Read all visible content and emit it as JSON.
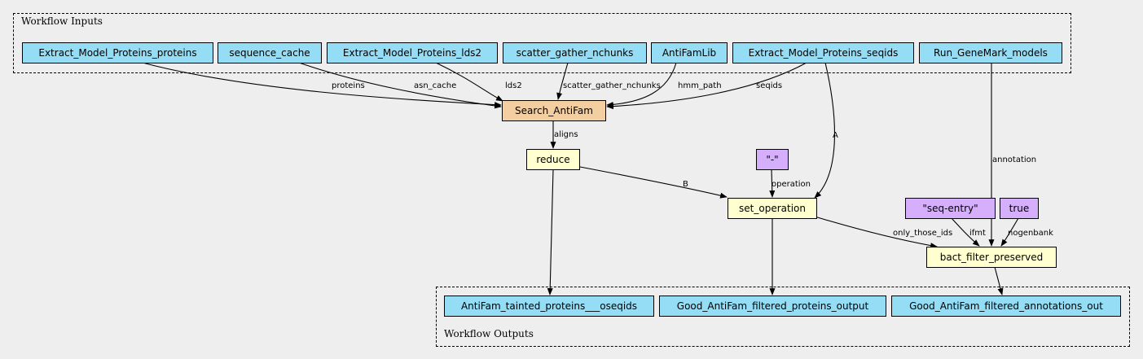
{
  "clusters": {
    "inputs_label": "Workflow Inputs",
    "outputs_label": "Workflow Outputs"
  },
  "inputs": [
    "Extract_Model_Proteins_proteins",
    "sequence_cache",
    "Extract_Model_Proteins_lds2",
    "scatter_gather_nchunks",
    "AntiFamLib",
    "Extract_Model_Proteins_seqids",
    "Run_GeneMark_models"
  ],
  "steps": {
    "search_antifam": "Search_AntiFam",
    "reduce": "reduce",
    "set_operation": "set_operation",
    "bact_filter_preserved": "bact_filter_preserved"
  },
  "constants": {
    "dash": "\"-\"",
    "seq_entry": "\"seq-entry\"",
    "true_val": "true"
  },
  "outputs": [
    "AntiFam_tainted_proteins___oseqids",
    "Good_AntiFam_filtered_proteins_output",
    "Good_AntiFam_filtered_annotations_out"
  ],
  "edge_labels": {
    "proteins": "proteins",
    "asn_cache": "asn_cache",
    "lds2": "lds2",
    "scatter_gather_nchunks": "scatter_gather_nchunks",
    "hmm_path": "hmm_path",
    "seqids": "seqids",
    "aligns": "aligns",
    "a": "A",
    "b": "B",
    "operation": "operation",
    "annotation": "annotation",
    "only_those_ids": "only_those_ids",
    "ifmt": "ifmt",
    "nogenbank": "nogenbank"
  }
}
